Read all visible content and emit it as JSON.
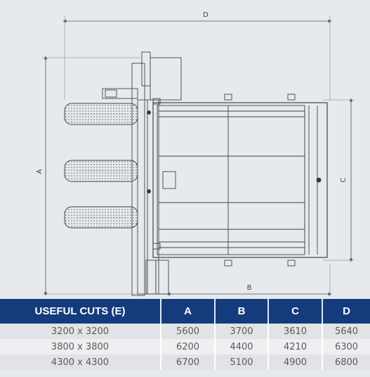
{
  "drawing": {
    "dimension_labels": {
      "a": "A",
      "b": "B",
      "c": "C",
      "d": "D"
    }
  },
  "table": {
    "headers": [
      "USEFUL CUTS (E)",
      "A",
      "B",
      "C",
      "D"
    ],
    "rows": [
      [
        "3200 x 3200",
        "5600",
        "3700",
        "3610",
        "5640"
      ],
      [
        "3800 x 3800",
        "6200",
        "4400",
        "4210",
        "6300"
      ],
      [
        "4300 x 4300",
        "6700",
        "5100",
        "4900",
        "6800"
      ]
    ]
  },
  "colors": {
    "background": "#e6e9ee",
    "header_bg": "#143c7c",
    "header_text": "#ffffff",
    "row_bg": "#e2e3e6",
    "row_alt_bg": "#eeeff1"
  }
}
